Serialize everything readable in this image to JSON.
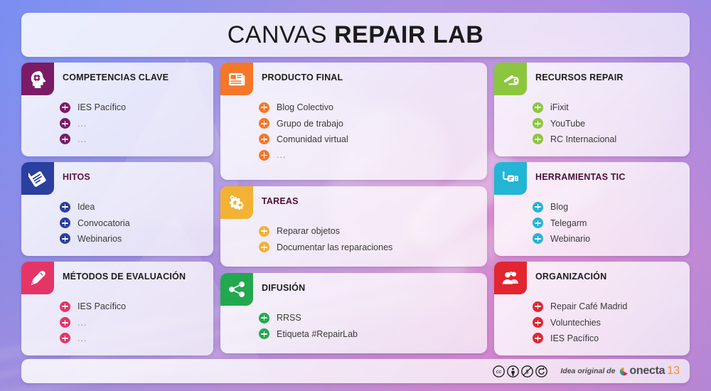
{
  "header": {
    "title_thin": "CANVAS ",
    "title_bold": "REPAIR LAB"
  },
  "columns": {
    "left": [
      {
        "id": "competencias-clave",
        "title": "COMPETENCIAS CLAVE",
        "icon": "head-gear-icon",
        "color": "#7b1b66",
        "title_color": "#1d1d1d",
        "items": [
          "IES Pacífico",
          "...",
          "..."
        ]
      },
      {
        "id": "hitos",
        "title": "HITOS",
        "icon": "milestone-flag-icon",
        "color": "#2a3f9e",
        "title_color": "#5a1340",
        "items": [
          "Idea",
          "Convocatoria",
          "Webinarios"
        ]
      },
      {
        "id": "metodos-de-evaluacion",
        "title": "MÉTODOS DE EVALUACIÓN",
        "icon": "pencil-icon",
        "color": "#e53567",
        "title_color": "#1d1d1d",
        "items": [
          "IES Pacífico",
          "...",
          "..."
        ]
      }
    ],
    "center": [
      {
        "id": "producto-final",
        "title": "PRODUCTO FINAL",
        "icon": "newspaper-icon",
        "color": "#f5772a",
        "title_color": "#1d1d1d",
        "items": [
          "Blog Colectivo",
          "Grupo de trabajo",
          "Comunidad virtual",
          "..."
        ]
      },
      {
        "id": "tareas",
        "title": "TAREAS",
        "icon": "gears-icon",
        "color": "#f2b233",
        "title_color": "#4a1038",
        "items": [
          "Reparar objetos",
          "Documentar las reparaciones"
        ]
      },
      {
        "id": "difusion",
        "title": "DIFUSIÓN",
        "icon": "share-icon",
        "color": "#22a84f",
        "title_color": "#1d1d1d",
        "items": [
          "RRSS",
          "Etiqueta #RepairLab"
        ]
      }
    ],
    "right": [
      {
        "id": "recursos-repair",
        "title": "RECURSOS REPAIR",
        "icon": "clamp-tool-icon",
        "color": "#8cc63e",
        "title_color": "#1d1d1d",
        "items": [
          "iFixit",
          "YouTube",
          "RC Internacional"
        ]
      },
      {
        "id": "herramientas-tic",
        "title": "HERRAMIENTAS TIC",
        "icon": "plug-connector-icon",
        "color": "#22b5d4",
        "title_color": "#4a1038",
        "items": [
          "Blog",
          "Telegarm",
          "Webinario"
        ]
      },
      {
        "id": "organizacion",
        "title": "ORGANIZACIÓN",
        "icon": "people-group-icon",
        "color": "#e2252f",
        "title_color": "#1d1d1d",
        "items": [
          "Repair Café Madrid",
          "Voluntechies",
          "IES Pacífico"
        ]
      }
    ]
  },
  "footer": {
    "license_icons": [
      "cc-icon",
      "by-icon",
      "nc-icon",
      "sa-icon"
    ],
    "credit": "Idea original de",
    "logo_word": "onecta",
    "logo_number": "13",
    "logo_accent": "#f2912c"
  }
}
